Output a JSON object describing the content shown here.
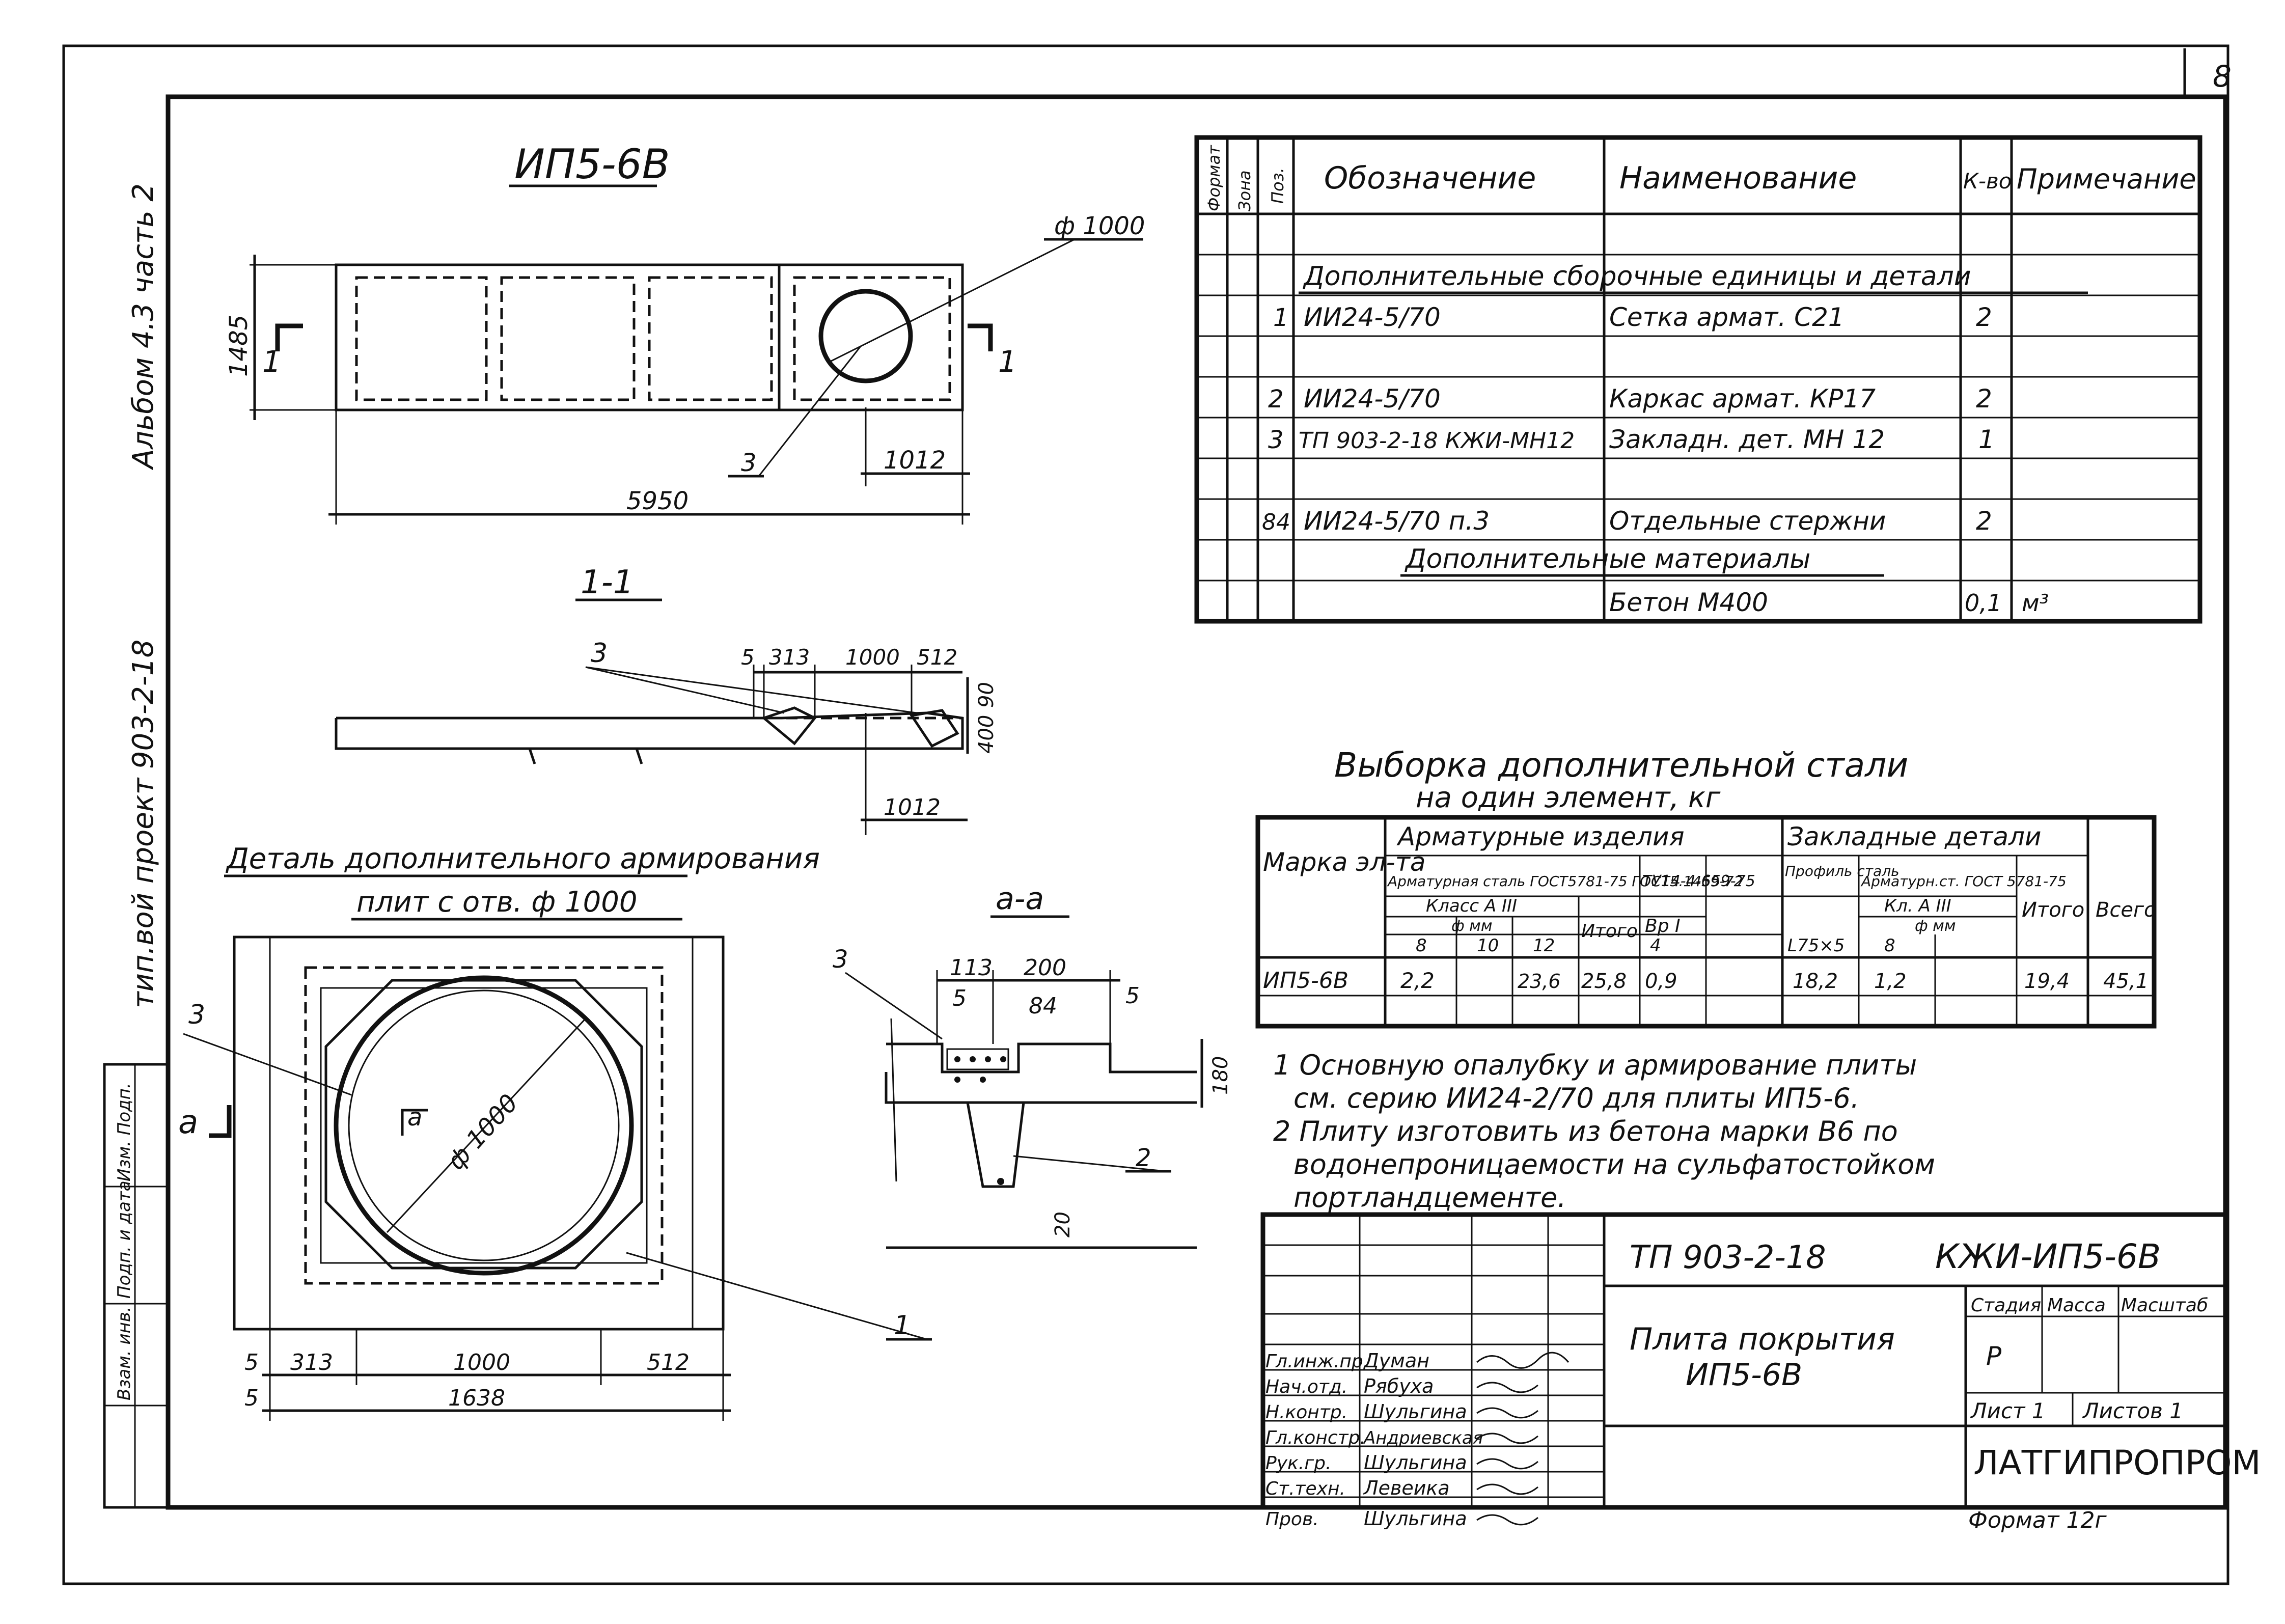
{
  "sheet_number": "8",
  "side": {
    "album": "Альбом 4.3 часть 2",
    "project": "тип.вой проект 903-2-18",
    "stamp": [
      "Изм. Подп.",
      "Подп. и дата",
      "Взам. инв."
    ]
  },
  "plan": {
    "title": "ИП5-6В",
    "dims": {
      "width": "5950",
      "height": "1485",
      "hole_offset": "1012",
      "diameter": "ф 1000"
    },
    "callout": "3",
    "section_left": "1",
    "section_right": "1"
  },
  "section11": {
    "title": "1-1",
    "dims": {
      "d1": "5",
      "d2": "313",
      "d3": "1000",
      "d4": "512",
      "h1": "90",
      "h2": "400",
      "bottom": "1012"
    },
    "callout": "3"
  },
  "detail": {
    "title_line1": "Деталь дополнительного армирования",
    "title_line2": "плит с отв. ф 1000",
    "callouts": [
      "3",
      "1"
    ],
    "diameter": "ф 1000",
    "label_a": "а",
    "dims": {
      "d1": "5",
      "d2": "313",
      "d3": "1000",
      "d4": "512",
      "bottom_left": "5",
      "total": "1638"
    }
  },
  "section_aa": {
    "title": "а-а",
    "dims": {
      "d113": "113",
      "d200": "200",
      "d5a": "5",
      "d84": "84",
      "d5b": "5",
      "h180": "180",
      "d20": "20"
    },
    "callouts": [
      "3",
      "2"
    ]
  },
  "spec_table": {
    "headers": [
      "Формат",
      "Зона",
      "Поз.",
      "Обозначение",
      "Наименование",
      "К-во",
      "Примечание"
    ],
    "section1": "Дополнительные сборочные единицы и детали",
    "rows": [
      {
        "pos": "1",
        "designation": "ИИ24-5/70",
        "name": "Сетка армат. С21",
        "qty": "2",
        "note": ""
      },
      {
        "pos": "2",
        "designation": "ИИ24-5/70",
        "name": "Каркас армат. КР17",
        "qty": "2",
        "note": ""
      },
      {
        "pos": "3",
        "designation": "ТП 903-2-18 КЖИ-МН12",
        "name": "Закладн. дет. МН 12",
        "qty": "1",
        "note": ""
      },
      {
        "pos": "84",
        "designation": "ИИ24-5/70 п.3",
        "name": "Отдельные стержни",
        "qty": "2",
        "note": ""
      }
    ],
    "section2": "Дополнительные материалы",
    "material": {
      "name": "Бетон М400",
      "qty": "0,1",
      "note": "м³"
    }
  },
  "steel": {
    "title_line1": "Выборка дополнительной стали",
    "title_line2": "на один элемент, кг",
    "h_mark": "Марка эл-та",
    "h_rebar": "Арматурные изделия",
    "h_embed": "Закладные детали",
    "h_steel1": "Арматурная сталь ГОСТ5781-75 ГОСТ5.1459-72",
    "h_ty": "ТУ14-4-659-75",
    "h_profile": "Профиль сталь",
    "h_steel2": "Арматурн.ст. ГОСТ 5781-75",
    "h_class1": "Класс А III",
    "h_vr": "Вр I",
    "h_class2": "Кл. А III",
    "h_fmm": "ф мм",
    "h_itogo": "Итого",
    "h_vsego": "Всего",
    "h_d8": "8",
    "h_d10": "10",
    "h_d12": "12",
    "h_d4": "4",
    "h_prof": "L75×5",
    "h_d8b": "8",
    "row": {
      "mark": "ИП5-6В",
      "a8": "2,2",
      "a10": "",
      "a12": "23,6",
      "it1": "25,8",
      "vr4": "0,9",
      "prof": "18,2",
      "b8": "1,2",
      "it2": "19,4",
      "total": "45,1"
    }
  },
  "notes": {
    "n1": "1 Основную опалубку и армирование плиты",
    "n1b": "см. серию ИИ24-2/70 для плиты ИП5-6.",
    "n2": "2 Плиту изготовить из бетона марки В6 по",
    "n2b": "водонепроницаемости на сульфатостойком",
    "n2c": "портландцементе."
  },
  "titleblock": {
    "code": "ТП 903-2-18",
    "doc": "КЖИ-ИП5-6В",
    "name_line1": "Плита покрытия",
    "name_line2": "ИП5-6В",
    "stage_h": "Стадия",
    "mass_h": "Масса",
    "scale_h": "Масштаб",
    "stage": "Р",
    "sheet": "Лист 1",
    "sheets": "Листов 1",
    "org": "ЛАТГИПРОПРОМ",
    "format": "Формат 12г",
    "roles": [
      "Гл.инж.пр.",
      "Нач.отд.",
      "Н.контр.",
      "Гл.констр.",
      "Рук.гр.",
      "Ст.техн.",
      "Пров."
    ],
    "names": [
      "Думан",
      "Рябуха",
      "Шульгина",
      "Андриевская",
      "Шульгина",
      "Левеика",
      "Шульгина"
    ]
  }
}
